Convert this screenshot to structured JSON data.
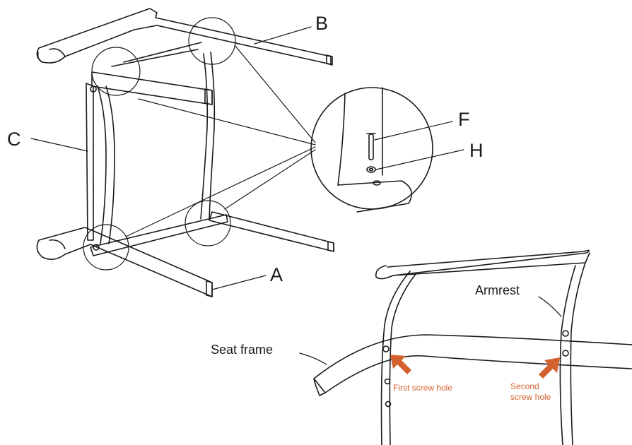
{
  "callouts": {
    "a": "A",
    "b": "B",
    "c": "C",
    "f": "F",
    "h": "H"
  },
  "detail": {
    "armrest": "Armrest",
    "seat_frame": "Seat frame",
    "first_hole": "First screw hole",
    "second_hole_line1": "Second",
    "second_hole_line2": "screw hole"
  },
  "colors": {
    "line": "#1a1a1a",
    "accent": "#d4622f"
  }
}
